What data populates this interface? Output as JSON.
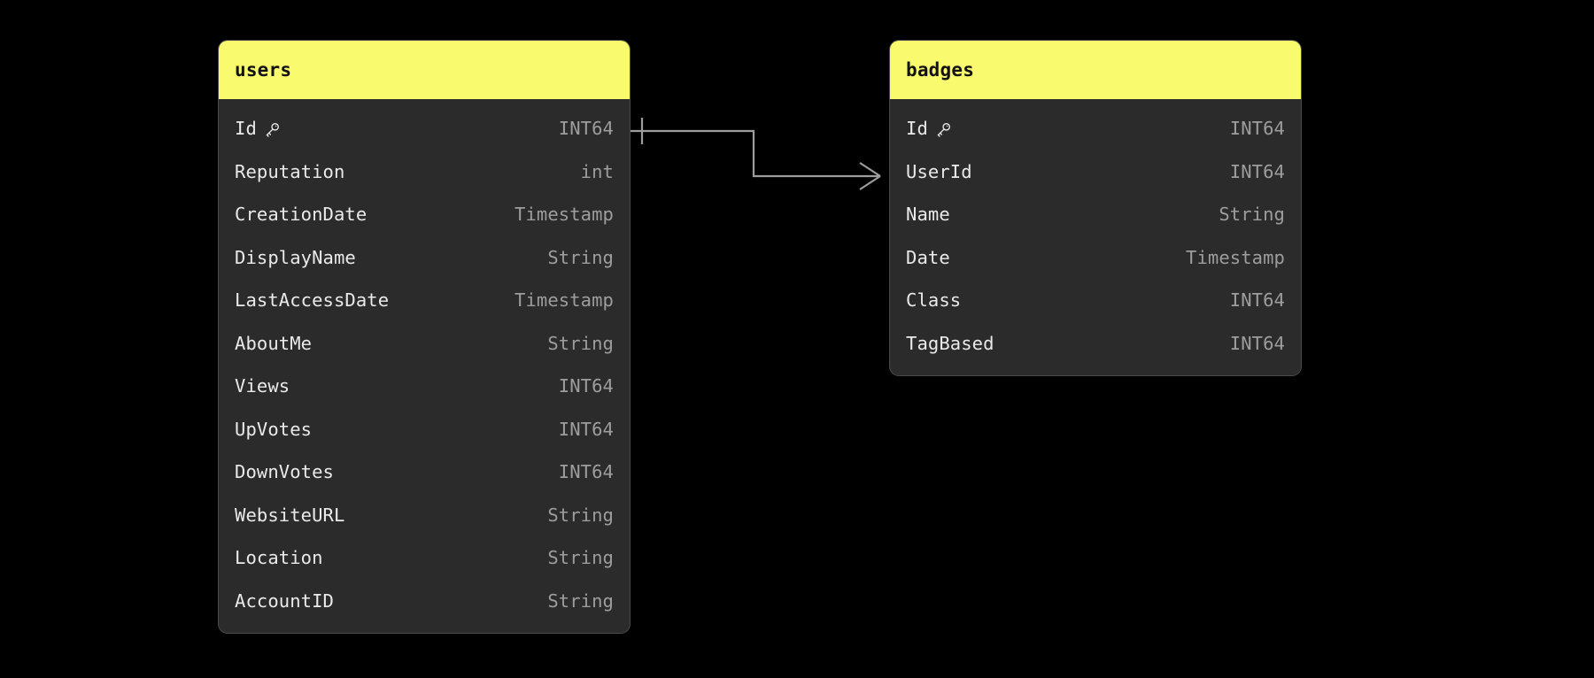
{
  "diagram": {
    "type": "entity-relationship-diagram",
    "background_color": "#000000",
    "accent_color": "#fafa6e",
    "card_color": "#2b2b2b",
    "line_color": "#9d9d9d"
  },
  "entities": [
    {
      "id": "users",
      "title": "users",
      "fields": [
        {
          "name": "Id",
          "type": "INT64",
          "primary_key": true,
          "icon": "key-icon"
        },
        {
          "name": "Reputation",
          "type": "int",
          "primary_key": false,
          "icon": ""
        },
        {
          "name": "CreationDate",
          "type": "Timestamp",
          "primary_key": false,
          "icon": ""
        },
        {
          "name": "DisplayName",
          "type": "String",
          "primary_key": false,
          "icon": ""
        },
        {
          "name": "LastAccessDate",
          "type": "Timestamp",
          "primary_key": false,
          "icon": ""
        },
        {
          "name": "AboutMe",
          "type": "String",
          "primary_key": false,
          "icon": ""
        },
        {
          "name": "Views",
          "type": "INT64",
          "primary_key": false,
          "icon": ""
        },
        {
          "name": "UpVotes",
          "type": "INT64",
          "primary_key": false,
          "icon": ""
        },
        {
          "name": "DownVotes",
          "type": "INT64",
          "primary_key": false,
          "icon": ""
        },
        {
          "name": "WebsiteURL",
          "type": "String",
          "primary_key": false,
          "icon": ""
        },
        {
          "name": "Location",
          "type": "String",
          "primary_key": false,
          "icon": ""
        },
        {
          "name": "AccountID",
          "type": "String",
          "primary_key": false,
          "icon": ""
        }
      ]
    },
    {
      "id": "badges",
      "title": "badges",
      "fields": [
        {
          "name": "Id",
          "type": "INT64",
          "primary_key": true,
          "icon": "key-icon"
        },
        {
          "name": "UserId",
          "type": "INT64",
          "primary_key": false,
          "icon": ""
        },
        {
          "name": "Name",
          "type": "String",
          "primary_key": false,
          "icon": ""
        },
        {
          "name": "Date",
          "type": "Timestamp",
          "primary_key": false,
          "icon": ""
        },
        {
          "name": "Class",
          "type": "INT64",
          "primary_key": false,
          "icon": ""
        },
        {
          "name": "TagBased",
          "type": "INT64",
          "primary_key": false,
          "icon": ""
        }
      ]
    }
  ],
  "relationships": [
    {
      "from_entity": "users",
      "from_field": "Id",
      "from_cardinality": "one",
      "to_entity": "badges",
      "to_field": "UserId",
      "to_cardinality": "many"
    }
  ]
}
